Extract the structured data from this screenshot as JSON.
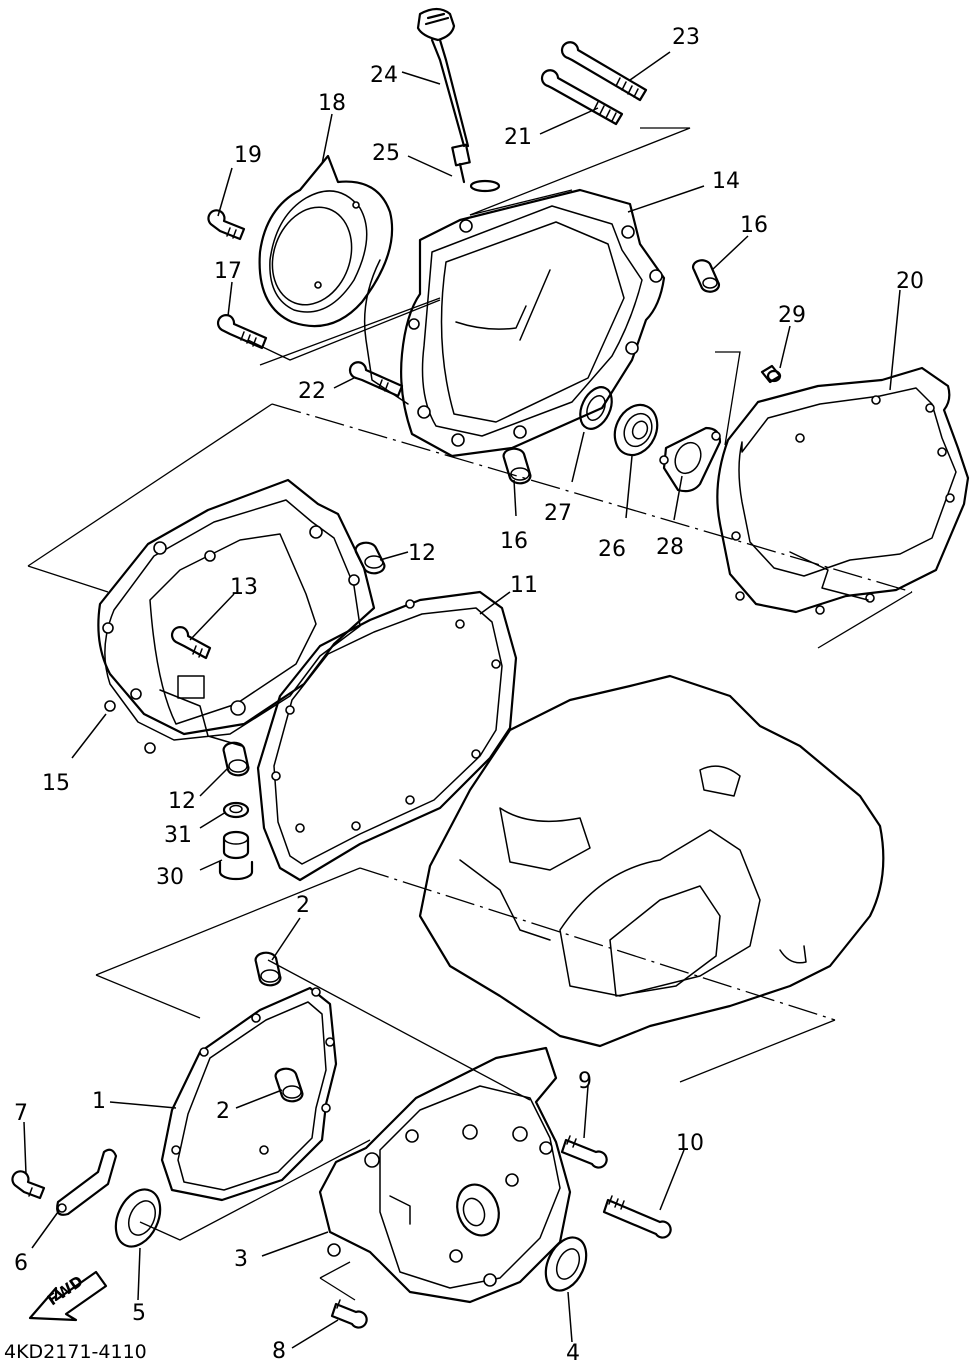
{
  "diagram": {
    "drawing_code": "4KD2171-4110",
    "direction_marker": "FWD",
    "callouts": {
      "p1": "1",
      "p2a": "2",
      "p2b": "2",
      "p3": "3",
      "p4": "4",
      "p5": "5",
      "p6": "6",
      "p7": "7",
      "p8": "8",
      "p9": "9",
      "p10": "10",
      "p11": "11",
      "p12a": "12",
      "p12b": "12",
      "p13": "13",
      "p14": "14",
      "p15": "15",
      "p16a": "16",
      "p16b": "16",
      "p17": "17",
      "p18": "18",
      "p19": "19",
      "p20": "20",
      "p21": "21",
      "p22": "22",
      "p23": "23",
      "p24": "24",
      "p25": "25",
      "p26": "26",
      "p27": "27",
      "p28": "28",
      "p29": "29",
      "p30": "30",
      "p31": "31"
    }
  }
}
